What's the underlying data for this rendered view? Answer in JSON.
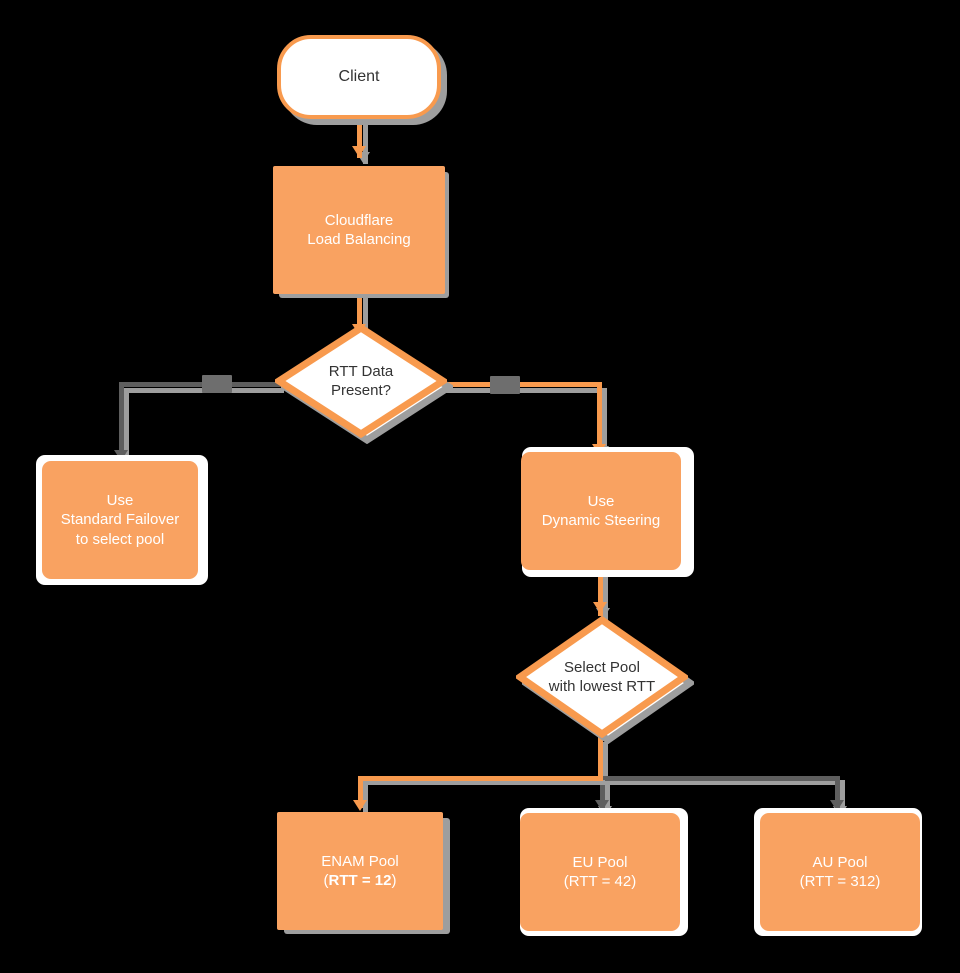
{
  "diagram": {
    "title": "Cloudflare Load Balancing dynamic steering decision flow",
    "background_color": "#000000",
    "accent_color": "#F89A4E",
    "node_fill_color": "#F9A261",
    "inactive_edge_color": "#5E5E5E",
    "shadow_color": "#9E9E9E"
  },
  "nodes": {
    "client": {
      "label": "Client",
      "shape": "pill",
      "fill": "#FFFFFF"
    },
    "load_balancing": {
      "line1": "Cloudflare",
      "line2": "Load Balancing",
      "shape": "process",
      "fill": "#F9A261"
    },
    "rtt_decision": {
      "line1": "RTT Data",
      "line2": "Present?",
      "shape": "diamond",
      "fill": "#FFFFFF"
    },
    "standard_failover": {
      "line1": "Use",
      "line2": "Standard Failover",
      "line3": "to select pool",
      "shape": "process",
      "fill": "#F9A261"
    },
    "dynamic_steering": {
      "line1": "Use",
      "line2": "Dynamic Steering",
      "shape": "process",
      "fill": "#F9A261"
    },
    "select_pool": {
      "line1": "Select Pool",
      "line2": "with lowest RTT",
      "shape": "diamond",
      "fill": "#FFFFFF"
    },
    "enam_pool": {
      "name": "ENAM Pool",
      "rtt_open": "(",
      "rtt_value": "RTT = 12",
      "rtt_close": ")",
      "selected": true,
      "shape": "process",
      "fill": "#F9A261"
    },
    "eu_pool": {
      "name": "EU Pool",
      "rtt_open": "(",
      "rtt_value": "RTT = 42",
      "rtt_close": ")",
      "selected": false,
      "shape": "process",
      "fill": "#F9A261"
    },
    "au_pool": {
      "name": "AU Pool",
      "rtt_open": "(",
      "rtt_value": "RTT = 312",
      "rtt_close": ")",
      "selected": false,
      "shape": "process",
      "fill": "#F9A261"
    }
  },
  "edges": {
    "client_to_lb": {
      "from": "client",
      "to": "load_balancing",
      "state": "active",
      "color": "#F89A4E"
    },
    "lb_to_rtt": {
      "from": "load_balancing",
      "to": "rtt_decision",
      "state": "active",
      "color": "#F89A4E"
    },
    "rtt_to_failover": {
      "from": "rtt_decision",
      "to": "standard_failover",
      "state": "inactive",
      "color": "#5E5E5E",
      "label": ""
    },
    "rtt_to_steering": {
      "from": "rtt_decision",
      "to": "dynamic_steering",
      "state": "active",
      "color": "#F89A4E",
      "label": ""
    },
    "steering_to_select": {
      "from": "dynamic_steering",
      "to": "select_pool",
      "state": "active",
      "color": "#F89A4E"
    },
    "select_to_enam": {
      "from": "select_pool",
      "to": "enam_pool",
      "state": "active",
      "color": "#F89A4E"
    },
    "select_to_eu": {
      "from": "select_pool",
      "to": "eu_pool",
      "state": "inactive",
      "color": "#5E5E5E"
    },
    "select_to_au": {
      "from": "select_pool",
      "to": "au_pool",
      "state": "inactive",
      "color": "#5E5E5E"
    }
  }
}
